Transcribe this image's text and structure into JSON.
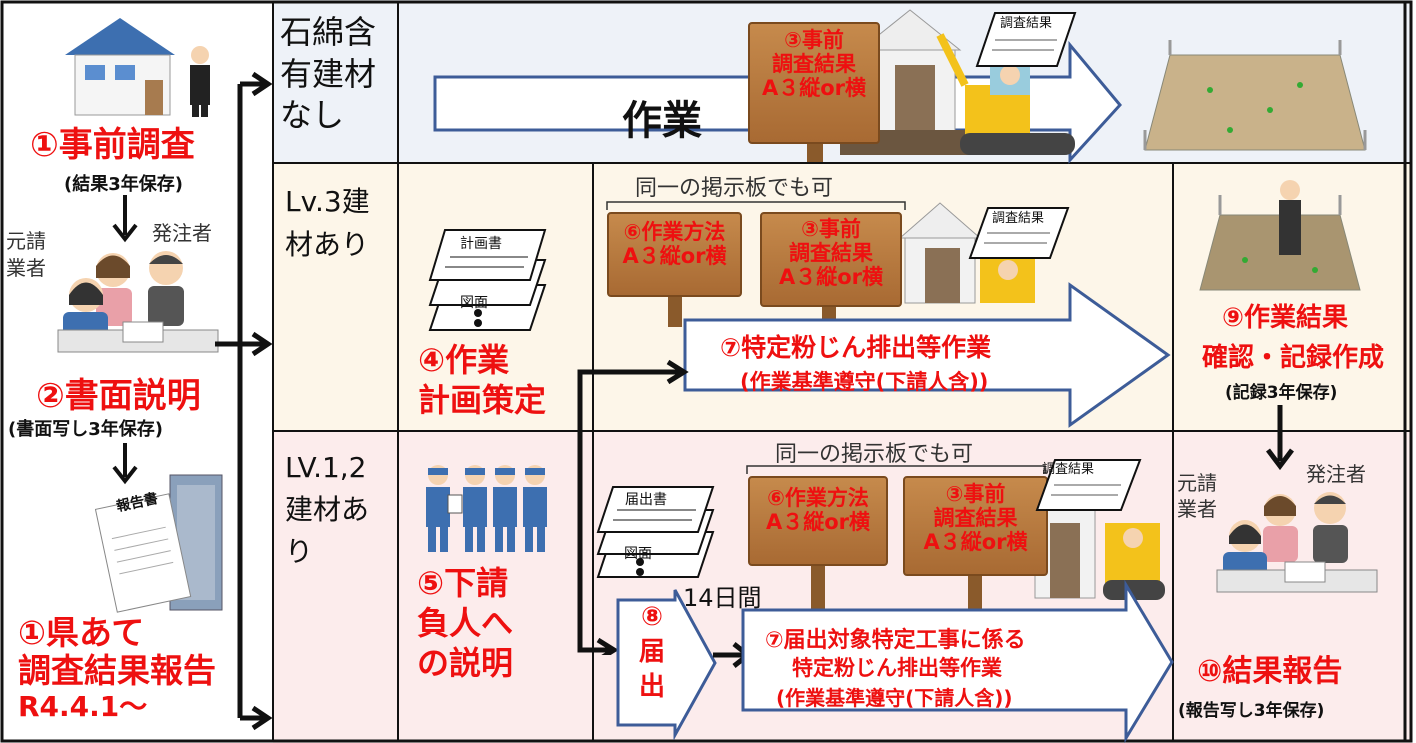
{
  "left": {
    "step1": "①事前調査",
    "step1_note": "(結果3年保存)",
    "contractor": "元請\n業者",
    "client": "発注者",
    "step2": "②書面説明",
    "step2_note": "(書面写し3年保存)",
    "report_doc": "報告書",
    "step1b_line1": "①県あて",
    "step1b_line2": "調査結果報告",
    "step1b_date": "R4.4.1～"
  },
  "rows": {
    "top_label": "石綿含\n有建材\nなし",
    "mid_label": "Lv.3建\n材あり",
    "bot_label": "LV.1,2\n建材あ\nり"
  },
  "top": {
    "work": "作業",
    "sign_survey": "③事前\n調査結果\nA３縦or横",
    "board_title": "調査結果"
  },
  "mid": {
    "plan_doc": "計画書",
    "drawing_doc": "図面",
    "step4": "④作業\n計画策定",
    "same_board": "同一の掲示板でも可",
    "sign_method": "⑥作業方法\nA３縦or横",
    "sign_survey": "③事前\n調査結果\nA３縦or横",
    "board_title": "調査結果",
    "work_line1": "⑦特定粉じん排出等作業",
    "work_line2": "(作業基準遵守(下請人含))",
    "step9_line1": "⑨作業結果",
    "step9_line2": "確認・記録作成",
    "step9_note": "(記録3年保存)"
  },
  "bot": {
    "step5": "⑤下請\n負人へ\nの説明",
    "notice_doc": "届出書",
    "drawing_doc": "図面",
    "same_board": "同一の掲示板でも可",
    "sign_method": "⑥作業方法\nA３縦or横",
    "sign_survey": "③事前\n調査結果\nA３縦or横",
    "board_title": "調査結果",
    "days": "14日間",
    "step8": "⑧\n届\n出",
    "work_line1": "⑦届出対象特定工事に係る",
    "work_line2": "特定粉じん排出等作業",
    "work_line3": "(作業基準遵守(下請人含))",
    "contractor": "元請\n業者",
    "client": "発注者",
    "step10": "⑩結果報告",
    "step10_note": "(報告写し3年保存)"
  }
}
